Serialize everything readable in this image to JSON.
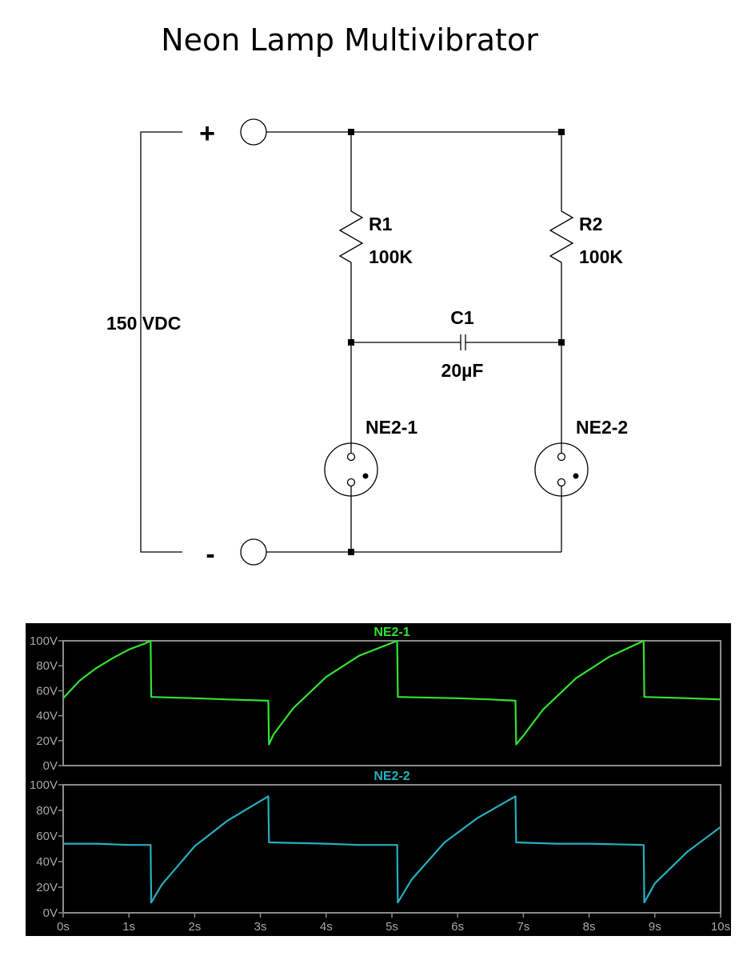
{
  "title": "Neon Lamp Multivibrator",
  "schematic": {
    "supply_label": "150 VDC",
    "plus_sign": "+",
    "minus_sign": "-",
    "r1_name": "R1",
    "r1_value": "100K",
    "r2_name": "R2",
    "r2_value": "100K",
    "c1_name": "C1",
    "c1_value": "20µF",
    "ne1_name": "NE2-1",
    "ne2_name": "NE2-2"
  },
  "chart_data": [
    {
      "type": "line",
      "title": "NE2-1",
      "color": "#33e233",
      "ylim": [
        0,
        100
      ],
      "yticks": [
        "0V",
        "20V",
        "40V",
        "60V",
        "80V",
        "100V"
      ],
      "xlim": [
        0,
        10
      ],
      "xticks": [],
      "x": [
        0,
        0.25,
        0.5,
        0.75,
        1.0,
        1.25,
        1.33,
        1.34,
        2.0,
        2.5,
        3.12,
        3.13,
        3.2,
        3.5,
        4.0,
        4.5,
        5.08,
        5.09,
        6.0,
        6.5,
        6.88,
        6.89,
        7.0,
        7.3,
        7.8,
        8.3,
        8.83,
        8.84,
        9.5,
        10.0
      ],
      "y": [
        54,
        68,
        78,
        86,
        93,
        98,
        100,
        55,
        54,
        53,
        52,
        17,
        25,
        46,
        71,
        88,
        100,
        55,
        54,
        53,
        52,
        17,
        24,
        45,
        70,
        87,
        100,
        55,
        54,
        53
      ]
    },
    {
      "type": "line",
      "title": "NE2-2",
      "color": "#26afc0",
      "ylim": [
        0,
        100
      ],
      "yticks": [
        "0V",
        "20V",
        "40V",
        "60V",
        "80V",
        "100V"
      ],
      "xlim": [
        0,
        10
      ],
      "xticks": [
        "0s",
        "1s",
        "2s",
        "3s",
        "4s",
        "5s",
        "6s",
        "7s",
        "8s",
        "9s",
        "10s"
      ],
      "x": [
        0,
        0.5,
        1.0,
        1.33,
        1.34,
        1.5,
        2.0,
        2.5,
        3.12,
        3.13,
        4.0,
        4.5,
        5.08,
        5.09,
        5.3,
        5.8,
        6.3,
        6.88,
        6.89,
        7.5,
        8.0,
        8.83,
        8.84,
        9.0,
        9.5,
        10.0
      ],
      "y": [
        54,
        54,
        53,
        53,
        8,
        22,
        52,
        72,
        91,
        55,
        54,
        53,
        53,
        8,
        26,
        55,
        74,
        91,
        55,
        54,
        54,
        53,
        8,
        23,
        48,
        67
      ]
    }
  ]
}
